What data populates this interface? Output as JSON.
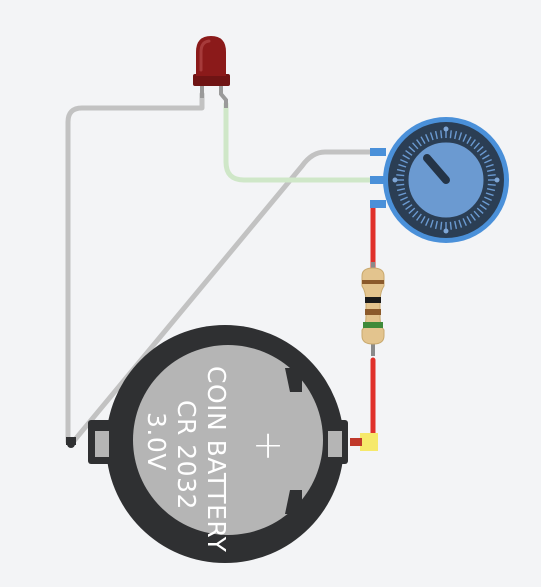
{
  "battery": {
    "line1": "COIN BATTERY",
    "line2": "CR 2032",
    "line3": "3.0V",
    "plus_symbol": "+"
  },
  "components": {
    "led_color": "#8b1a1a",
    "battery_body_color": "#b5b5b5",
    "battery_holder_color": "#2f3032",
    "pot_ring_color": "#4a90d9",
    "pot_knob_color": "#6b9ad1",
    "wire_gray": "#c2c2c2",
    "wire_green": "#cfe7c8",
    "wire_red": "#e0302a",
    "terminal_highlight": "#f6e96b"
  }
}
